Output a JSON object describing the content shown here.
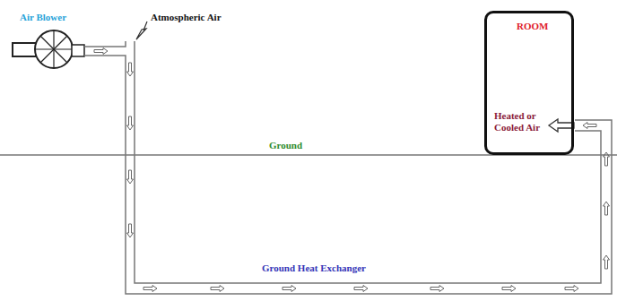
{
  "diagram": {
    "nodes": [
      {
        "text": [
          "ROOM",
          "Heated or Cooled Air"
        ]
      }
    ],
    "labels": [
      "Air Blower",
      "Atmospheric Air",
      "Ground",
      "Ground Heat Exchanger"
    ]
  }
}
